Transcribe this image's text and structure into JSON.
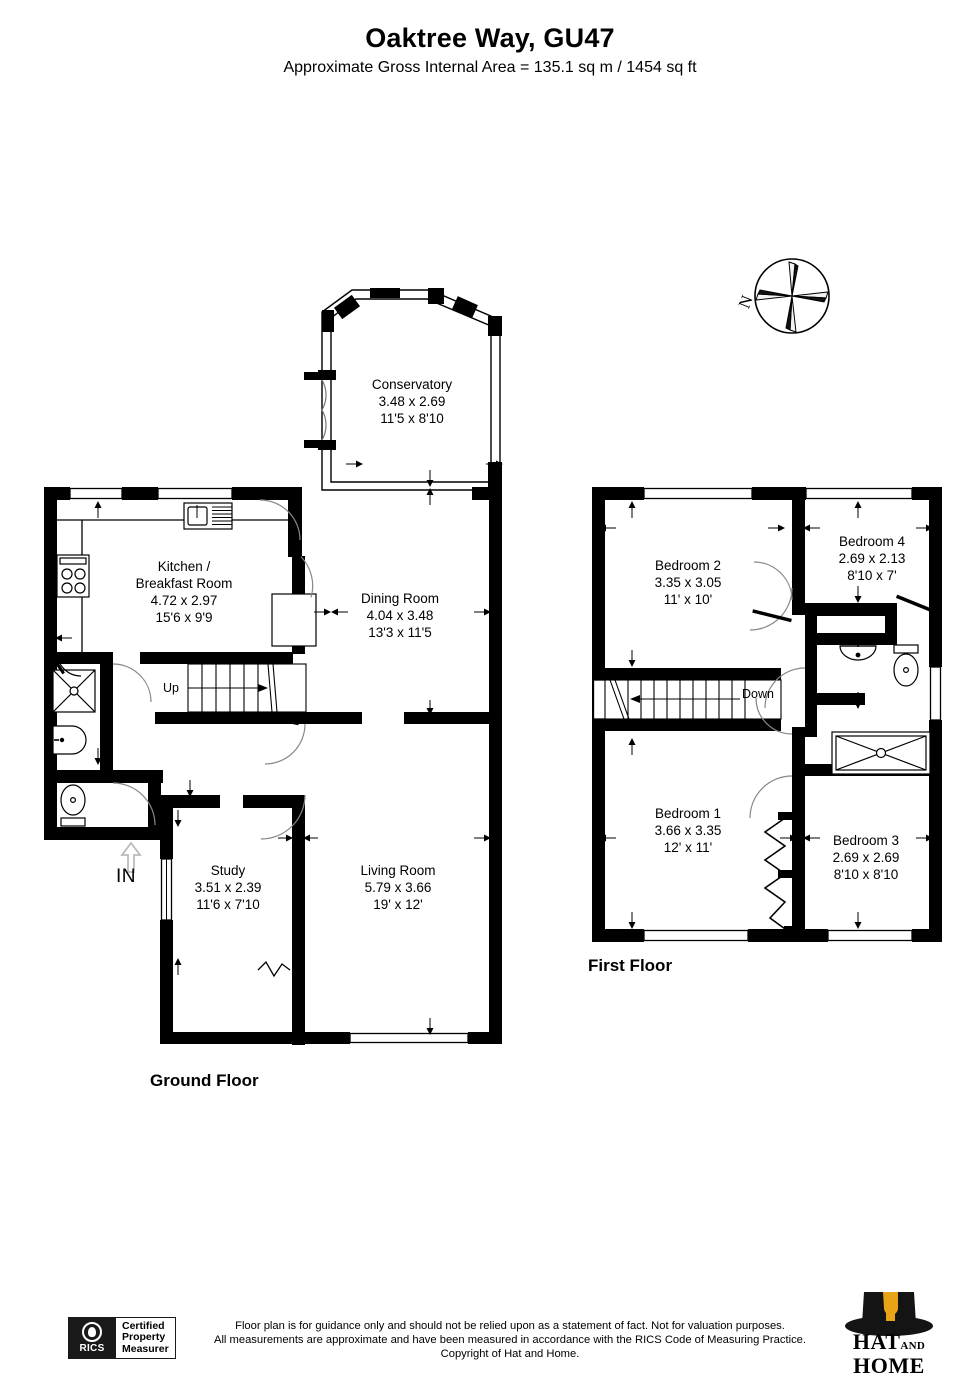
{
  "header": {
    "title": "Oaktree Way, GU47",
    "subtitle": "Approximate Gross Internal Area = 135.1 sq m / 1454 sq ft"
  },
  "compass": {
    "icon": "compass-rose-icon",
    "north_label": "N"
  },
  "floors": [
    {
      "id": "ground",
      "label": "Ground Floor",
      "entrance_label": "IN",
      "stair_label": "Up",
      "rooms": [
        {
          "id": "conservatory",
          "name": "Conservatory",
          "metric": "3.48 x 2.69",
          "imperial": "11'5 x 8'10"
        },
        {
          "id": "kitchen-breakfast-room",
          "name": "Kitchen /\nBreakfast Room",
          "name_line1": "Kitchen /",
          "name_line2": "Breakfast Room",
          "metric": "4.72 x 2.97",
          "imperial": "15'6 x 9'9"
        },
        {
          "id": "dining-room",
          "name": "Dining Room",
          "metric": "4.04 x 3.48",
          "imperial": "13'3 x 11'5"
        },
        {
          "id": "study",
          "name": "Study",
          "metric": "3.51 x 2.39",
          "imperial": "11'6 x 7'10"
        },
        {
          "id": "living-room",
          "name": "Living Room",
          "metric": "5.79 x 3.66",
          "imperial": "19' x 12'"
        }
      ],
      "fixtures": [
        "sink-icon",
        "hob-icon",
        "shower-icon",
        "basin-icon",
        "toilet-icon"
      ]
    },
    {
      "id": "first",
      "label": "First Floor",
      "stair_label": "Down",
      "rooms": [
        {
          "id": "bedroom-2",
          "name": "Bedroom 2",
          "metric": "3.35 x 3.05",
          "imperial": "11' x 10'"
        },
        {
          "id": "bedroom-4",
          "name": "Bedroom 4",
          "metric": "2.69 x 2.13",
          "imperial": "8'10 x 7'"
        },
        {
          "id": "bedroom-1",
          "name": "Bedroom 1",
          "metric": "3.66 x 3.35",
          "imperial": "12' x 11'"
        },
        {
          "id": "bedroom-3",
          "name": "Bedroom 3",
          "metric": "2.69 x 2.69",
          "imperial": "8'10 x 8'10"
        }
      ],
      "fixtures": [
        "basin-icon",
        "toilet-icon",
        "bath-icon"
      ]
    }
  ],
  "footer": {
    "disclaimer_line1": "Floor plan is for guidance only and should not be relied upon as a statement of fact. Not for valuation purposes.",
    "disclaimer_line2": "All measurements are approximate and have been measured in accordance with the RICS Code of Measuring Practice.",
    "disclaimer_line3": "Copyright of Hat and Home.",
    "rics": {
      "mark_text": "RICS",
      "line1": "Certified",
      "line2": "Property",
      "line3": "Measurer"
    },
    "brand": {
      "line1": "HAT",
      "and": "AND",
      "line2": "HOME",
      "hat_color": "#141414",
      "accent_color": "#e8a317"
    }
  }
}
